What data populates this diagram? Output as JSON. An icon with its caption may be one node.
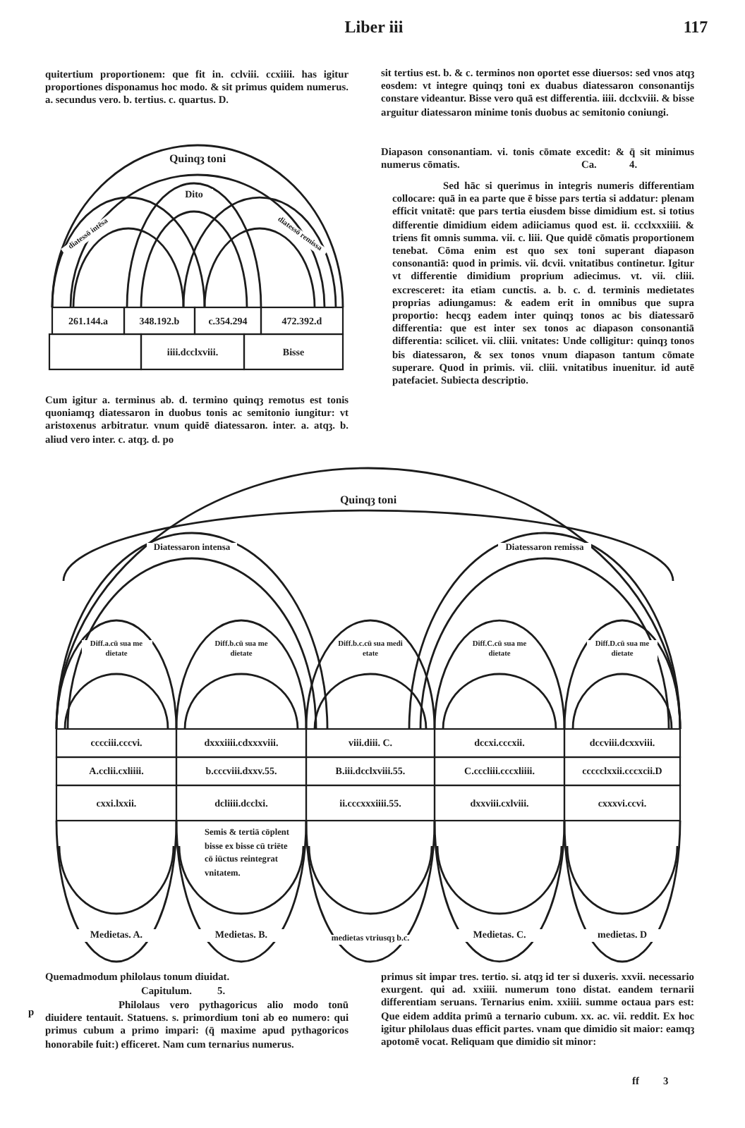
{
  "diagram": {
    "nodes": [
      {
        "text": [
          "Quinqȝ toni"
        ]
      },
      {
        "text": [
          "Dito"
        ]
      },
      {
        "text": [
          "diatessō intēsa"
        ]
      },
      {
        "text": [
          "diatessō remissa"
        ]
      },
      {
        "text": [
          "Quinqȝ toni"
        ]
      },
      {
        "text": [
          "Diatessaron intensa"
        ]
      },
      {
        "text": [
          "Diatessaron remissa"
        ]
      },
      {
        "text": [
          "Diff.a.cū sua me dietate"
        ]
      },
      {
        "text": [
          "Diff.b.cū sua me dietate"
        ]
      },
      {
        "text": [
          "Diff.b.c.cū sua medi etate"
        ]
      },
      {
        "text": [
          "Diff.C.cū sua me dietate"
        ]
      },
      {
        "text": [
          "Diff.D.cū sua me dietate"
        ]
      },
      {
        "text": [
          "Medietas. A."
        ]
      },
      {
        "text": [
          "Medietas. B."
        ]
      },
      {
        "text": [
          "medietas vtriusqȝ b.c."
        ]
      },
      {
        "text": [
          "Medietas. C."
        ]
      },
      {
        "text": [
          "medietas. D"
        ]
      }
    ],
    "labels": [
      "Liber iii",
      "117",
      "quitertium proportionem: que fit in. cclviii. ccxiiii. has igitur proportiones disponamus hoc modo. & sit primus quidem numerus. a. secundus vero. b. tertius. c. quartus. D.",
      "261.144.a",
      "348.192.b",
      "c.354.294",
      "472.392.d",
      "iiii.dcclxviii.",
      "Bisse",
      "Cum igitur a. terminus ab. d. termino quinqȝ remotus est tonis quoniamqȝ diatessaron in duobus tonis ac semitonio iungitur: vt aristoxenus arbitratur. vnum quidē diatessaron. inter. a. atqȝ. b. aliud vero inter. c. atqȝ. d. po",
      "sit tertius est. b. & c. terminos non oportet esse diuersos: sed vnos atqȝ eosdem: vt integre quinqȝ toni ex duabus diatessaron consonantijs constare videantur. Bisse vero quā est differentia. iiii. dcclxviii. & bisse arguitur diatessaron minime tonis duobus ac semitonio coniungi.",
      "Diapason consonantiam. vi. tonis cōmate excedit: & q̄ sit minimus numerus cōmatis.",
      "Ca.",
      "4.",
      "Sed hāc si querimus in integris numeris differentiam collocare: quā in ea parte que ē bisse pars tertia si addatur: plenam efficit vnitatē: que pars tertia eiusdem bisse dimidium est. si totius differentie dimidium eidem adiiciamus quod est. ii. ccclxxxiiii. & triens fit omnis summa. vii. c. liii. Que quidē cōmatis proportionem tenebat. Cōma enim est quo sex toni superant diapason consonantiā: quod in primis. vii. dcvii. vnitatibus continetur. Igitur vt differentie dimidium proprium adiecimus. vt. vii. cliii. excresceret: ita etiam cunctis. a. b. c. d. terminis medietates proprias adiungamus: & eadem erit in omnibus que supra proportio: hecqȝ eadem inter quinqȝ tonos ac bis diatessarō differentia: que est inter sex tonos ac diapason consonantiā differentia: scilicet. vii. cliii. vnitates: Unde colligitur: quinqȝ tonos bis diatessaron, & sex tonos vnum diapason tantum cōmate superare. Quod in primis. vii. cliii. vnitatibus inuenitur. id autē patefaciet. Subiecta descriptio.",
      "cccciii.cccvi.",
      "dxxxiiii.cdxxxviii.",
      "viii.diii. C.",
      "dccxi.cccxii.",
      "dccviii.dcxxviii.",
      "A.cclii.cxliiii.",
      "b.cccviii.dxxv.55.",
      "B.iii.dcclxviii.55.",
      "C.cccliii.cccxliiii.",
      "ccccclxxii.cccxcii.D",
      "cxxi.lxxii.",
      "dcliiii.dcclxi.",
      "ii.cccxxxiiii.55.",
      "dxxviii.cxlviii.",
      "cxxxvi.ccvi.",
      "Semis & tertiā cōplent bisse ex bisse cū triēte cō iūctus reintegrat vnitatem.",
      "Quemadmodum philolaus tonum diuidat.",
      "Capitulum.",
      "5.",
      "p",
      "Philolaus vero pythagoricus alio modo tonū diuidere tentauit. Statuens. s. primordium toni ab eo numero: qui primus cubum a primo impari: (q̄ maxime apud pythagoricos honorabile fuit:) efficeret. Nam cum ternarius numerus.",
      "primus sit impar tres. tertio. si. atqȝ id ter si duxeris. xxvii. necessario exurgent. qui ad. xxiiii. numerum tono distat. eandem ternarii differentiam seruans. Ternarius enim. xxiiii. summe octaua pars est: Que eidem addita primū a ternario cubum. xx. ac. vii. reddit. Ex hoc igitur philolaus duas efficit partes. vnam que dimidio sit maior: eamqȝ apotomē vocat. Reliquam que dimidio sit minor:",
      "ff",
      "3"
    ]
  }
}
